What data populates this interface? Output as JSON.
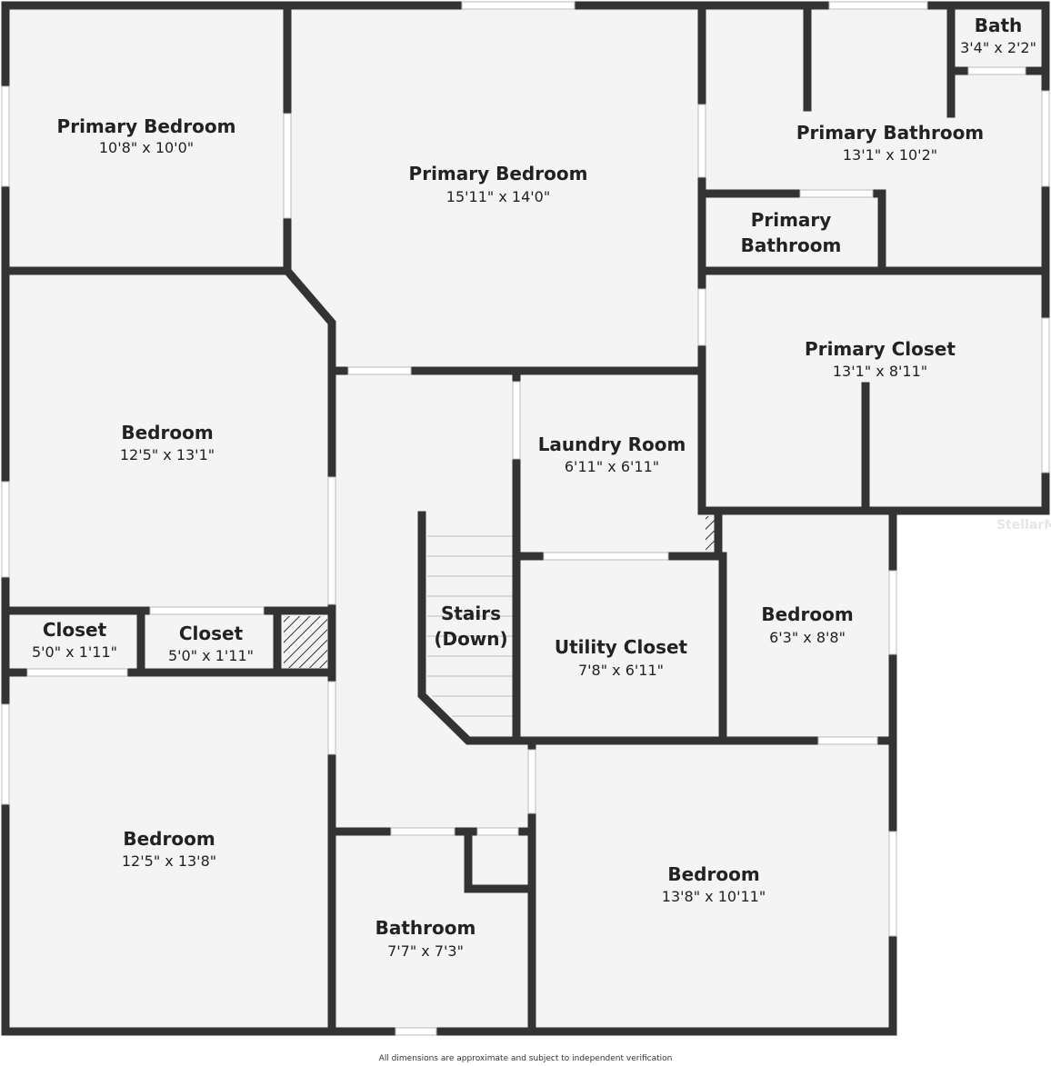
{
  "rooms": {
    "primary_bedroom_1": {
      "name": "Primary Bedroom",
      "dim": "10'8\" x 10'0\""
    },
    "primary_bedroom_2": {
      "name": "Primary Bedroom",
      "dim": "15'11\" x 14'0\""
    },
    "primary_bathroom_1": {
      "name": "Primary Bathroom",
      "dim": "13'1\" x 10'2\""
    },
    "bath": {
      "name": "Bath",
      "dim": "3'4\" x 2'2\""
    },
    "primary_bathroom_2": {
      "name_line1": "Primary",
      "name_line2": "Bathroom"
    },
    "primary_closet": {
      "name": "Primary Closet",
      "dim": "13'1\" x 8'11\""
    },
    "bedroom_1": {
      "name": "Bedroom",
      "dim": "12'5\" x 13'1\""
    },
    "laundry": {
      "name": "Laundry Room",
      "dim": "6'11\" x 6'11\""
    },
    "stairs": {
      "name_line1": "Stairs",
      "name_line2": "(Down)"
    },
    "utility_closet": {
      "name": "Utility Closet",
      "dim": "7'8\" x 6'11\""
    },
    "bedroom_2": {
      "name": "Bedroom",
      "dim": "6'3\" x 8'8\""
    },
    "closet_1": {
      "name": "Closet",
      "dim": "5'0\" x 1'11\""
    },
    "closet_2": {
      "name": "Closet",
      "dim": "5'0\" x 1'11\""
    },
    "bedroom_3": {
      "name": "Bedroom",
      "dim": "12'5\" x 13'8\""
    },
    "bathroom": {
      "name": "Bathroom",
      "dim": "7'7\" x 7'3\""
    },
    "bedroom_4": {
      "name": "Bedroom",
      "dim": "13'8\" x 10'11\""
    }
  },
  "disclaimer": "All dimensions are approximate and subject to independent verification",
  "watermark": "StellarM",
  "colors": {
    "wall": "#333333",
    "floor": "#f4f4f4"
  }
}
